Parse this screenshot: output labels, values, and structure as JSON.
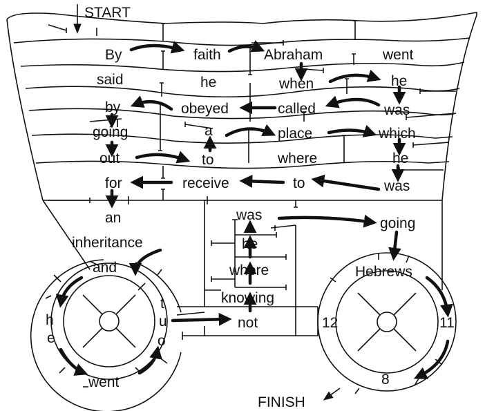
{
  "labels": {
    "start": "START",
    "finish": "FINISH"
  },
  "words": [
    {
      "id": "by1",
      "text": "By"
    },
    {
      "id": "faith",
      "text": "faith"
    },
    {
      "id": "abraham",
      "text": "Abraham"
    },
    {
      "id": "went1",
      "text": "went"
    },
    {
      "id": "said",
      "text": "said"
    },
    {
      "id": "he1",
      "text": "he"
    },
    {
      "id": "when",
      "text": "when"
    },
    {
      "id": "he2",
      "text": "he"
    },
    {
      "id": "by2",
      "text": "by"
    },
    {
      "id": "obeyed",
      "text": "obeyed"
    },
    {
      "id": "called",
      "text": "called"
    },
    {
      "id": "was1",
      "text": "was"
    },
    {
      "id": "going1",
      "text": "going"
    },
    {
      "id": "a",
      "text": "a"
    },
    {
      "id": "place",
      "text": "place"
    },
    {
      "id": "which",
      "text": "which"
    },
    {
      "id": "out",
      "text": "out"
    },
    {
      "id": "to1",
      "text": "to"
    },
    {
      "id": "where1",
      "text": "where"
    },
    {
      "id": "he3",
      "text": "he"
    },
    {
      "id": "for",
      "text": "for"
    },
    {
      "id": "receive",
      "text": "receive"
    },
    {
      "id": "to2",
      "text": "to"
    },
    {
      "id": "was2",
      "text": "was"
    },
    {
      "id": "an",
      "text": "an"
    },
    {
      "id": "inheritance",
      "text": "inheritance"
    },
    {
      "id": "was3",
      "text": "was"
    },
    {
      "id": "going2",
      "text": "going"
    },
    {
      "id": "he4",
      "text": "he"
    },
    {
      "id": "where2",
      "text": "where"
    },
    {
      "id": "knowing",
      "text": "knowing"
    },
    {
      "id": "not",
      "text": "not"
    },
    {
      "id": "and",
      "text": "and"
    },
    {
      "id": "h",
      "text": "h"
    },
    {
      "id": "e",
      "text": "e"
    },
    {
      "id": "went2",
      "text": "went"
    },
    {
      "id": "t",
      "text": "t"
    },
    {
      "id": "u",
      "text": "u"
    },
    {
      "id": "o",
      "text": "o"
    },
    {
      "id": "hebrews",
      "text": "Hebrews"
    },
    {
      "id": "n12",
      "text": "12"
    },
    {
      "id": "n11",
      "text": "11"
    },
    {
      "id": "n8",
      "text": "8"
    }
  ]
}
